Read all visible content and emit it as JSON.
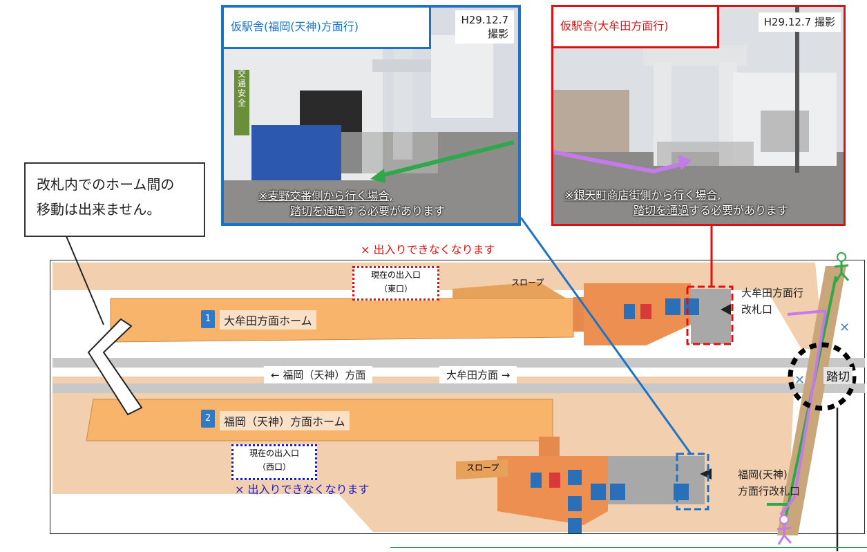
{
  "note": {
    "line1": "改札内でのホーム間の",
    "line2": "移動は出来ません。"
  },
  "photo_left": {
    "tag": "仮駅舎(福岡(天神)方面行)",
    "date_line1": "H29.12.7",
    "date_line2": "撮影",
    "caption_line1": "※麦野交番側から行く場合,",
    "caption_line2_u": "踏切を通過",
    "caption_line2_rest": "する必要があります",
    "sign_text": "交通安全"
  },
  "photo_right": {
    "tag": "仮駅舎(大牟田方面行)",
    "date": "H29.12.7 撮影",
    "caption_line1": "※銀天町商店街側から行く場合,",
    "caption_line2_u": "踏切を通過",
    "caption_line2_rest": "する必要があります"
  },
  "warnings": {
    "east": "× 出入りできなくなります",
    "west": "× 出入りできなくなります"
  },
  "map": {
    "east_exit_line1": "現在の出入口",
    "east_exit_line2": "（東口）",
    "west_exit_line1": "現在の出入口",
    "west_exit_line2": "（西口）",
    "slope_top": "スロープ",
    "slope_bottom": "スロープ",
    "platform1_num": "1",
    "platform1_name": "大牟田方面ホーム",
    "platform2_num": "2",
    "platform2_name": "福岡（天神）方面ホーム",
    "dir_left": "← 福岡（天神）方面",
    "dir_right": "大牟田方面 →",
    "gate_top_line1": "大牟田方面行",
    "gate_top_line2": "改札口",
    "gate_bottom_line1": "福岡(天神)",
    "gate_bottom_line2": "方面行改札口",
    "crossing": "踏切"
  },
  "colors": {
    "blue_frame": "#1a73c8",
    "red_frame": "#e01010",
    "platform": "#f7b46a",
    "ground": "#f2cfae",
    "track": "#c8c8c8",
    "green_route": "#2ea84a",
    "purple_route": "#c47ae8"
  }
}
